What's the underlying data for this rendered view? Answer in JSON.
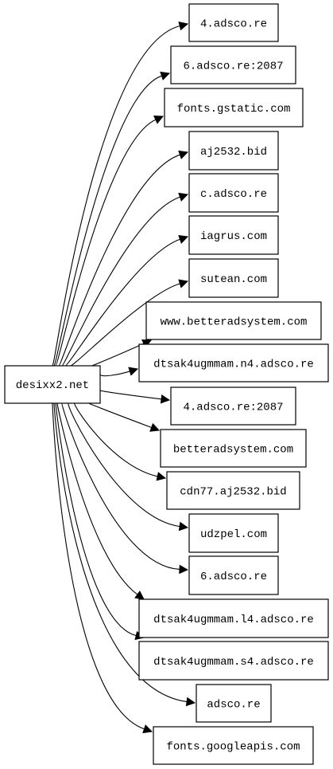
{
  "graph": {
    "source": "desixx2.net",
    "targets": [
      "4.adsco.re",
      "6.adsco.re:2087",
      "fonts.gstatic.com",
      "aj2532.bid",
      "c.adsco.re",
      "iagrus.com",
      "sutean.com",
      "www.betteradsystem.com",
      "dtsak4ugmmam.n4.adsco.re",
      "4.adsco.re:2087",
      "betteradsystem.com",
      "cdn77.aj2532.bid",
      "udzpel.com",
      "6.adsco.re",
      "dtsak4ugmmam.l4.adsco.re",
      "dtsak4ugmmam.s4.adsco.re",
      "adsco.re",
      "fonts.googleapis.com"
    ]
  }
}
